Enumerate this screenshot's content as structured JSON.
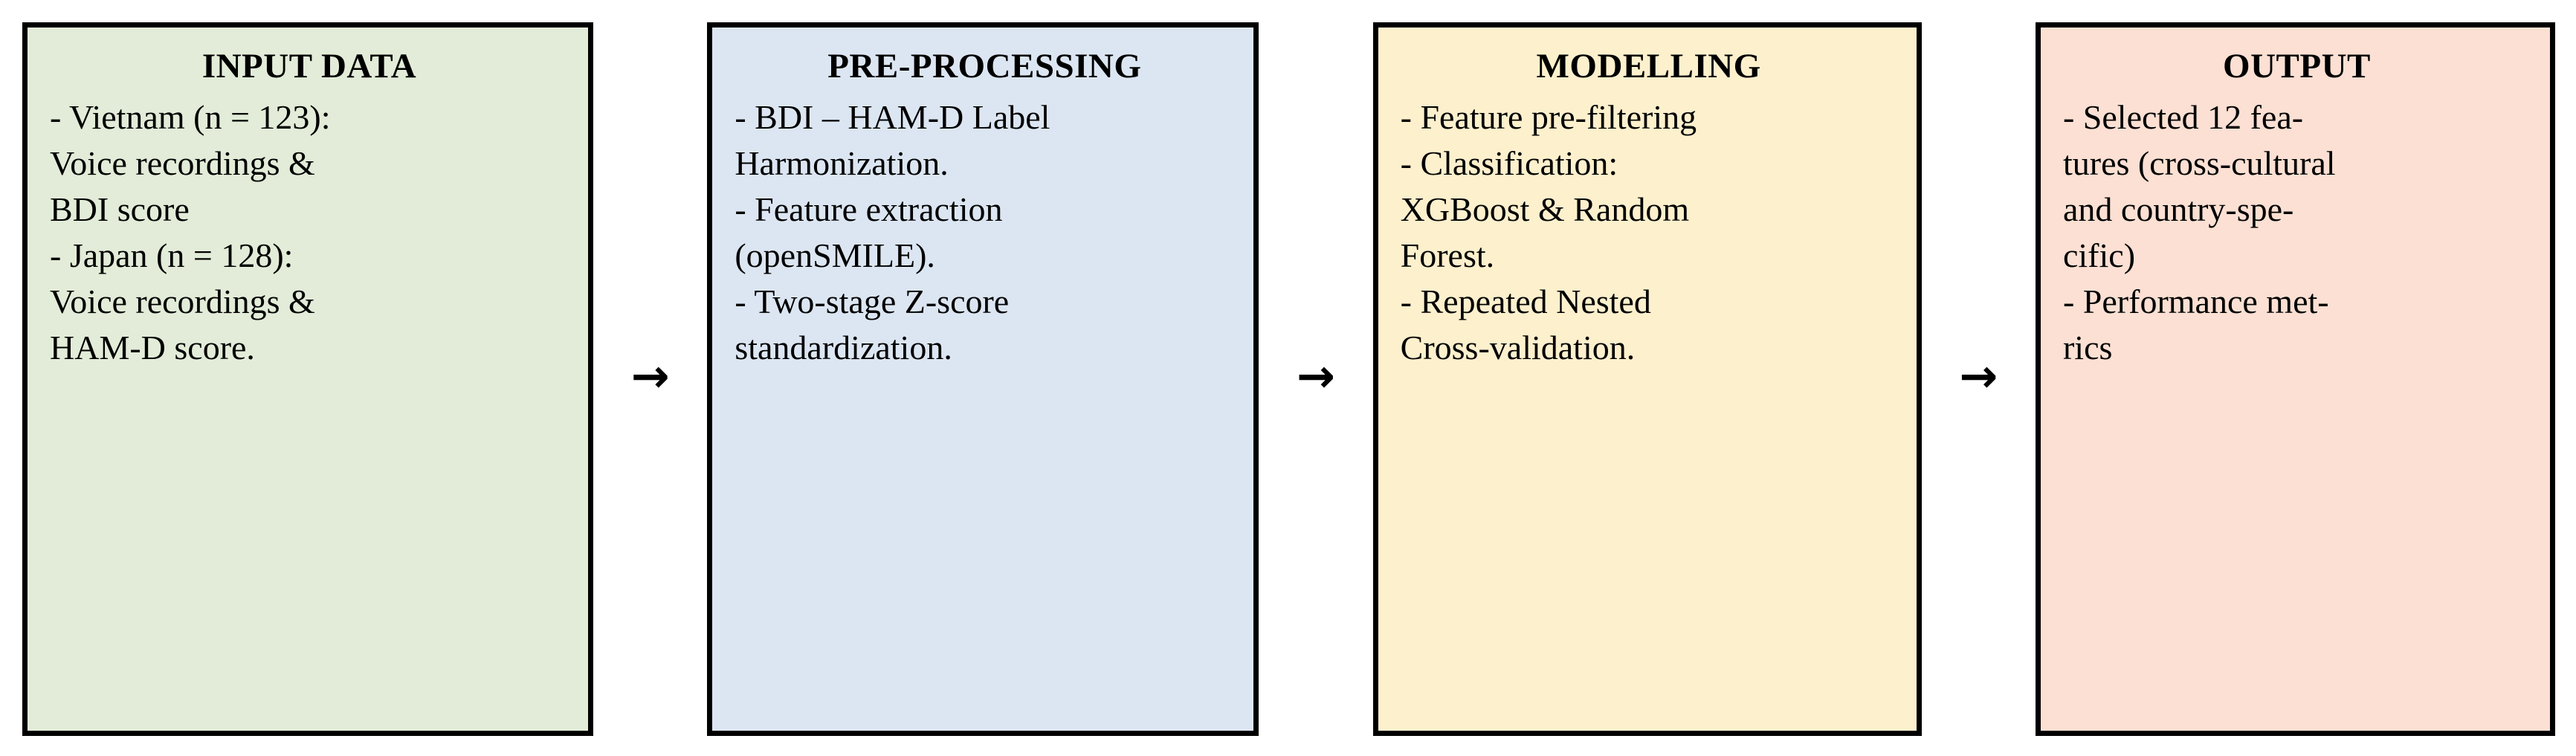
{
  "diagram": {
    "title": "Study pipeline flow diagram",
    "orientation": "left-to-right",
    "arrow_glyph": "→",
    "arrow_name": "right-arrow-icon",
    "border_color": "#000000",
    "text_color": "#000000",
    "background_color": "#ffffff",
    "stages": [
      {
        "id": "input-data",
        "title": "INPUT DATA",
        "fill_color": "#e2ecd8",
        "lines": [
          "- Vietnam (n = 123):",
          "Voice recordings &",
          "BDI score",
          "- Japan (n = 128):",
          "Voice recordings &",
          "HAM-D score."
        ]
      },
      {
        "id": "pre-processing",
        "title": "PRE-PROCESSING",
        "fill_color": "#dce6f2",
        "lines": [
          "- BDI – HAM-D Label",
          "Harmonization.",
          "- Feature extraction",
          "(openSMILE).",
          "- Two-stage Z-score",
          "standardization."
        ]
      },
      {
        "id": "modelling",
        "title": "MODELLING",
        "fill_color": "#fdf0cd",
        "lines": [
          "- Feature pre-filtering",
          "- Classification:",
          "XGBoost & Random",
          "Forest.",
          "- Repeated Nested",
          "Cross-validation."
        ]
      },
      {
        "id": "output",
        "title": "OUTPUT",
        "fill_color": "#fbe0d3",
        "lines": [
          "- Selected 12 fea-",
          "tures (cross-cultural",
          "and country-spe-",
          "cific)",
          "- Performance met-",
          "rics"
        ]
      }
    ],
    "arrows": [
      {
        "id": "arrow-1",
        "from": "input-data",
        "to": "pre-processing",
        "glyph": "→"
      },
      {
        "id": "arrow-2",
        "from": "pre-processing",
        "to": "modelling",
        "glyph": "→"
      },
      {
        "id": "arrow-3",
        "from": "modelling",
        "to": "output",
        "glyph": "→"
      }
    ]
  }
}
